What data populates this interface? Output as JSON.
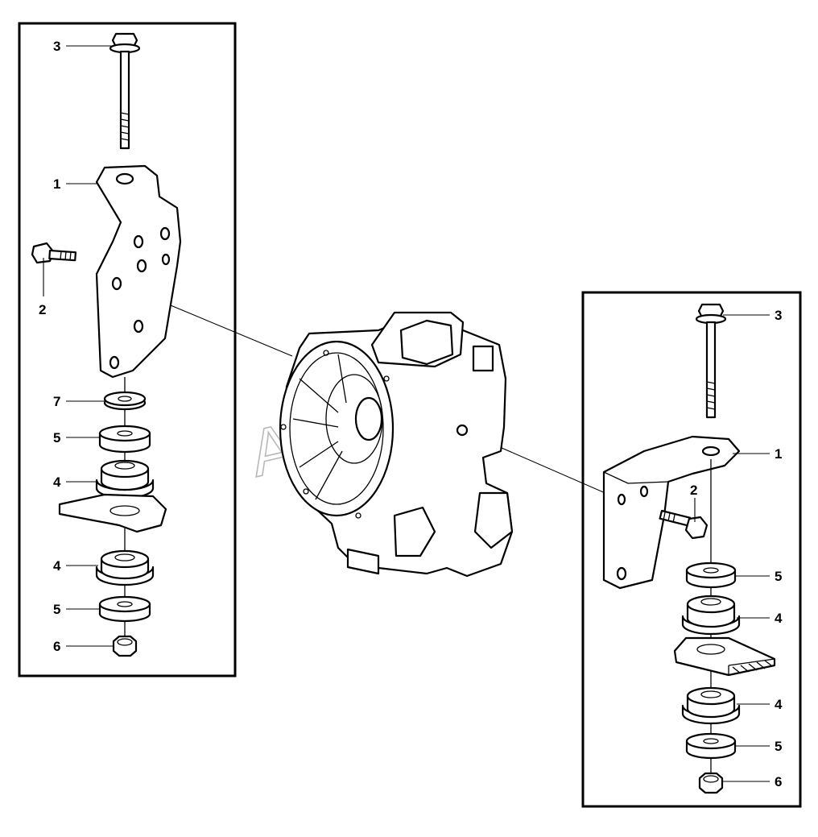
{
  "watermark": "AutoSoft",
  "left_assembly": {
    "callouts": [
      "3",
      "1",
      "2",
      "7",
      "5",
      "4",
      "4",
      "5",
      "6"
    ]
  },
  "right_assembly": {
    "callouts": [
      "3",
      "1",
      "2",
      "5",
      "4",
      "4",
      "5",
      "6"
    ]
  },
  "colors": {
    "line": "#000000",
    "background": "#ffffff",
    "watermark": "#b8b8b8"
  }
}
